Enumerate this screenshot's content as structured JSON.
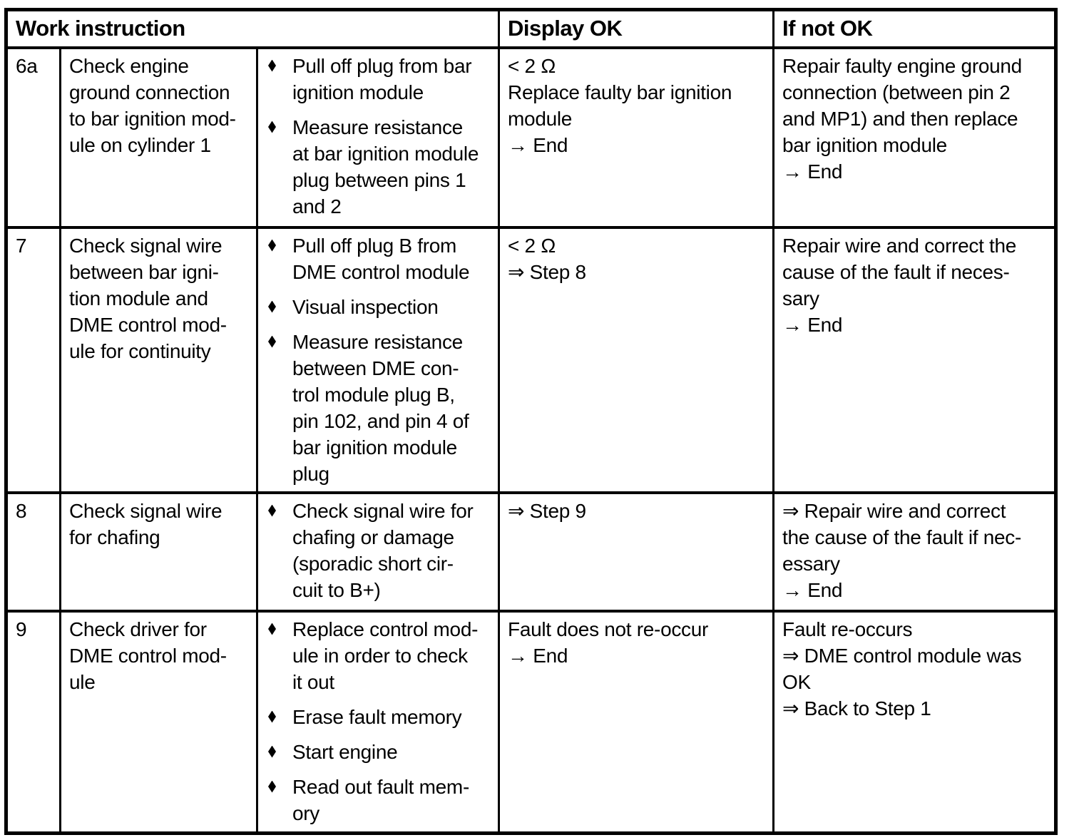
{
  "table": {
    "headers": [
      "Work instruction",
      "Display OK",
      "If not OK"
    ],
    "rows": [
      {
        "step": "6a",
        "check": "Check engine\nground connection\nto bar ignition mod-\nule on cylinder 1",
        "actions": [
          "Pull off plug from bar\nignition module",
          "Measure resistance\nat bar ignition module\nplug between pins 1\nand 2"
        ],
        "display_ok": "< 2 Ω\nReplace faulty bar ignition\nmodule\n→ End",
        "if_not_ok": "Repair faulty engine ground\nconnection (between pin 2\nand MP1) and then replace\nbar ignition module\n→ End"
      },
      {
        "step": "7",
        "check": "Check signal wire\nbetween bar igni-\ntion module and\nDME control mod-\nule for continuity",
        "actions": [
          "Pull off plug B from\nDME control module",
          "Visual inspection",
          "Measure resistance\nbetween DME con-\ntrol module plug B,\npin 102, and pin 4 of\nbar ignition module\nplug"
        ],
        "display_ok": "< 2 Ω\n⇒ Step 8",
        "if_not_ok": "Repair wire and correct the\ncause of the fault if neces-\nsary\n→ End"
      },
      {
        "step": "8",
        "check": "Check signal wire\nfor chafing",
        "actions": [
          "Check signal wire for\nchafing or damage\n(sporadic short cir-\ncuit to B+)"
        ],
        "display_ok": "⇒ Step 9",
        "if_not_ok": "⇒ Repair wire and correct\nthe cause of the fault if nec-\nessary\n→ End"
      },
      {
        "step": "9",
        "check": "Check driver for\nDME control mod-\nule",
        "actions": [
          "Replace control mod-\nule in order to check\nit out",
          "Erase fault memory",
          "Start engine",
          "Read out fault mem-\nory"
        ],
        "display_ok": "Fault does not re-occur\n→ End",
        "if_not_ok": "Fault re-occurs\n⇒ DME control module was\nOK\n⇒ Back to Step 1"
      }
    ]
  }
}
